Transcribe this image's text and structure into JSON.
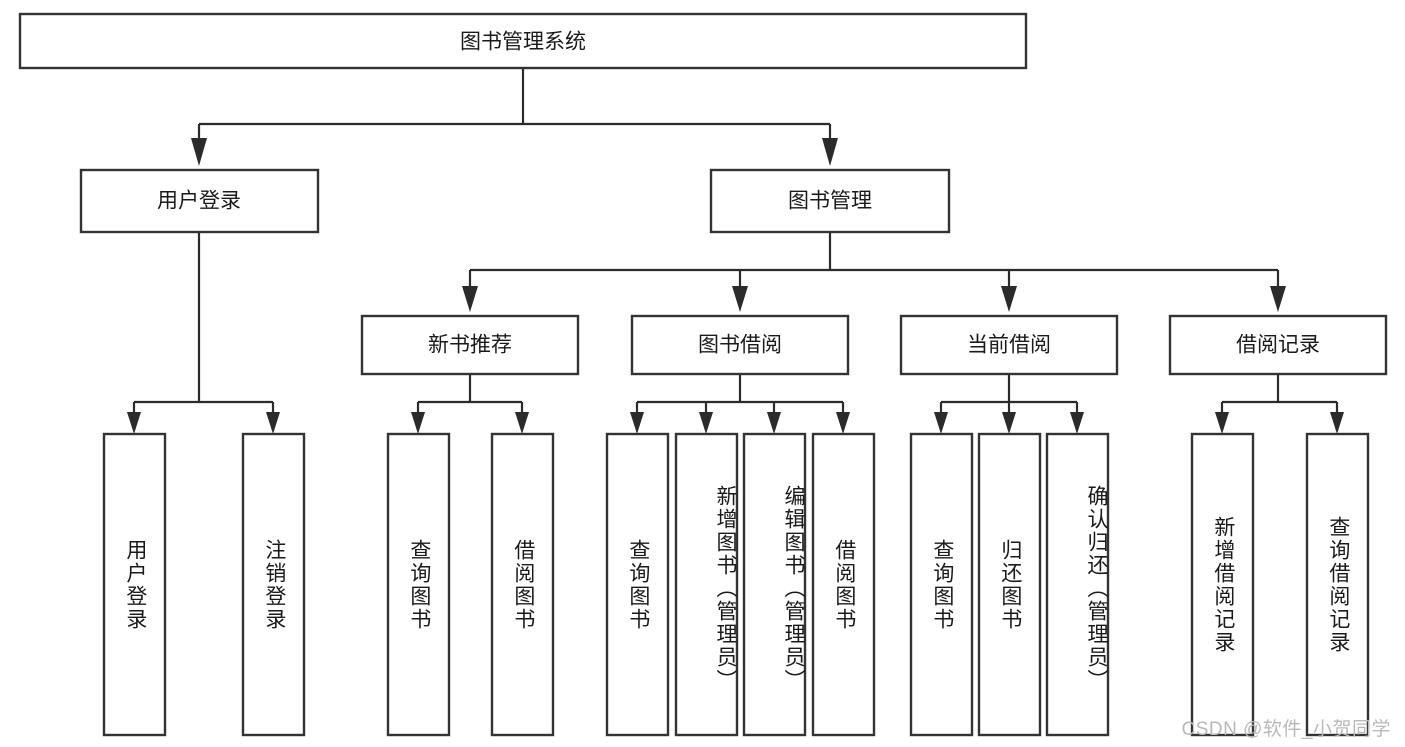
{
  "diagram": {
    "type": "tree-hierarchy",
    "title": "图书管理系统",
    "root": {
      "label": "图书管理系统"
    },
    "level2": [
      {
        "id": "user-login",
        "label": "用户登录"
      },
      {
        "id": "book-management",
        "label": "图书管理"
      }
    ],
    "level3": [
      {
        "id": "new-book-recommend",
        "label": "新书推荐"
      },
      {
        "id": "book-borrow",
        "label": "图书借阅"
      },
      {
        "id": "current-borrow",
        "label": "当前借阅"
      },
      {
        "id": "borrow-record",
        "label": "借阅记录"
      }
    ],
    "leaves": {
      "user-login": [
        {
          "id": "leaf-user-login",
          "label": "用户登录"
        },
        {
          "id": "leaf-logout",
          "label": "注销登录"
        }
      ],
      "new-book-recommend": [
        {
          "id": "leaf-query-book-1",
          "label": "查询图书"
        },
        {
          "id": "leaf-borrow-book-1",
          "label": "借阅图书"
        }
      ],
      "book-borrow": [
        {
          "id": "leaf-query-book-2",
          "label": "查询图书"
        },
        {
          "id": "leaf-add-book",
          "label": "新增图书（管理员）"
        },
        {
          "id": "leaf-edit-book",
          "label": "编辑图书（管理员）"
        },
        {
          "id": "leaf-borrow-book-2",
          "label": "借阅图书"
        }
      ],
      "current-borrow": [
        {
          "id": "leaf-query-book-3",
          "label": "查询图书"
        },
        {
          "id": "leaf-return-book",
          "label": "归还图书"
        },
        {
          "id": "leaf-confirm-return",
          "label": "确认归还（管理员）"
        }
      ],
      "borrow-record": [
        {
          "id": "leaf-add-record",
          "label": "新增借阅记录"
        },
        {
          "id": "leaf-query-record",
          "label": "查询借阅记录"
        }
      ]
    },
    "watermark": "CSDN @软件_小贺同学",
    "colors": {
      "background": "#ffffff",
      "box_fill": "#ffffff",
      "box_stroke": "#333333",
      "connector": "#2b2b2b",
      "text": "#1a1a1a",
      "watermark": "#b9b9b9"
    }
  }
}
